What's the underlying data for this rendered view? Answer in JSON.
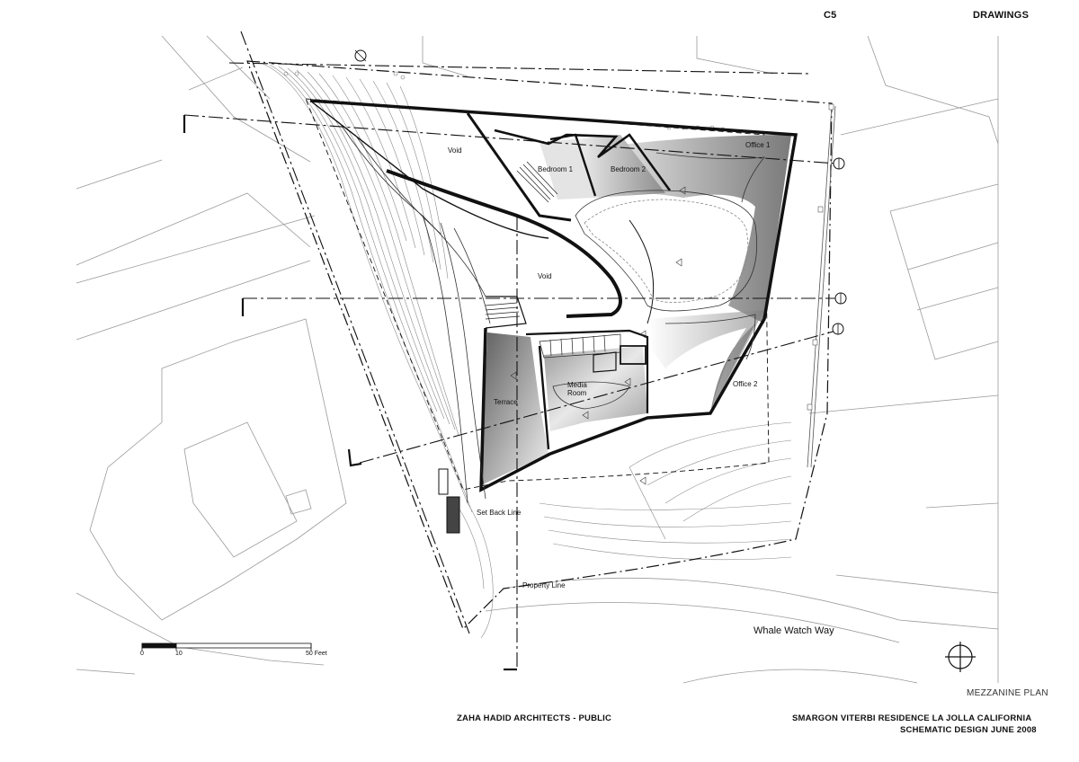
{
  "header": {
    "sheet_code": "C5",
    "category": "DRAWINGS"
  },
  "rooms": {
    "void_north": "Void",
    "void_center": "Void",
    "bedroom_1": "Bedroom 1",
    "bedroom_2": "Bedroom 2",
    "office_1": "Office 1",
    "office_2": "Office 2",
    "media_room_line1": "Media",
    "media_room_line2": "Room",
    "terrace": "Terrace"
  },
  "site": {
    "setback_line": "Set Back Line",
    "property_line": "Property Line",
    "street": "Whale Watch Way"
  },
  "scale_bar": {
    "tick_0": "0",
    "tick_10": "10",
    "tick_50": "50 Feet"
  },
  "plan_title": "MEZZANINE PLAN",
  "footer": {
    "architect": "ZAHA HADID ARCHITECTS - PUBLIC",
    "project": "SMARGON VITERBI RESIDENCE   LA JOLLA CALIFORNIA",
    "phase": "SCHEMATIC DESIGN   JUNE 2008"
  }
}
